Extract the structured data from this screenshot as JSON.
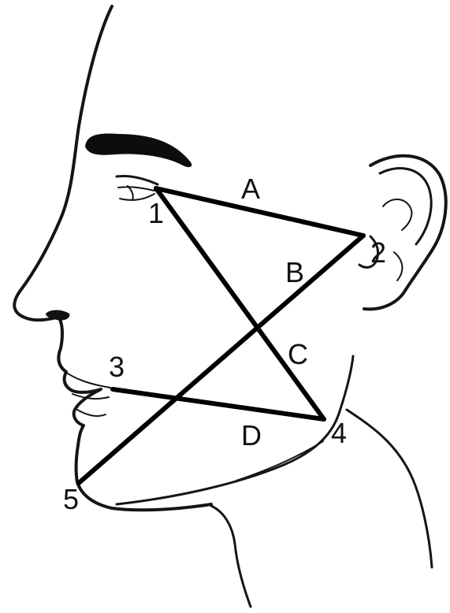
{
  "landmarks": [
    {
      "id": "1",
      "label": "1"
    },
    {
      "id": "2",
      "label": "2"
    },
    {
      "id": "3",
      "label": "3"
    },
    {
      "id": "4",
      "label": "4"
    },
    {
      "id": "5",
      "label": "5"
    }
  ],
  "measurements": [
    {
      "id": "A",
      "label": "A",
      "from": "1",
      "to": "2"
    },
    {
      "id": "B",
      "label": "B",
      "from": "5",
      "to": "2"
    },
    {
      "id": "C",
      "label": "C",
      "from": "1",
      "to": "4"
    },
    {
      "id": "D",
      "label": "D",
      "from": "3",
      "to": "4"
    }
  ]
}
